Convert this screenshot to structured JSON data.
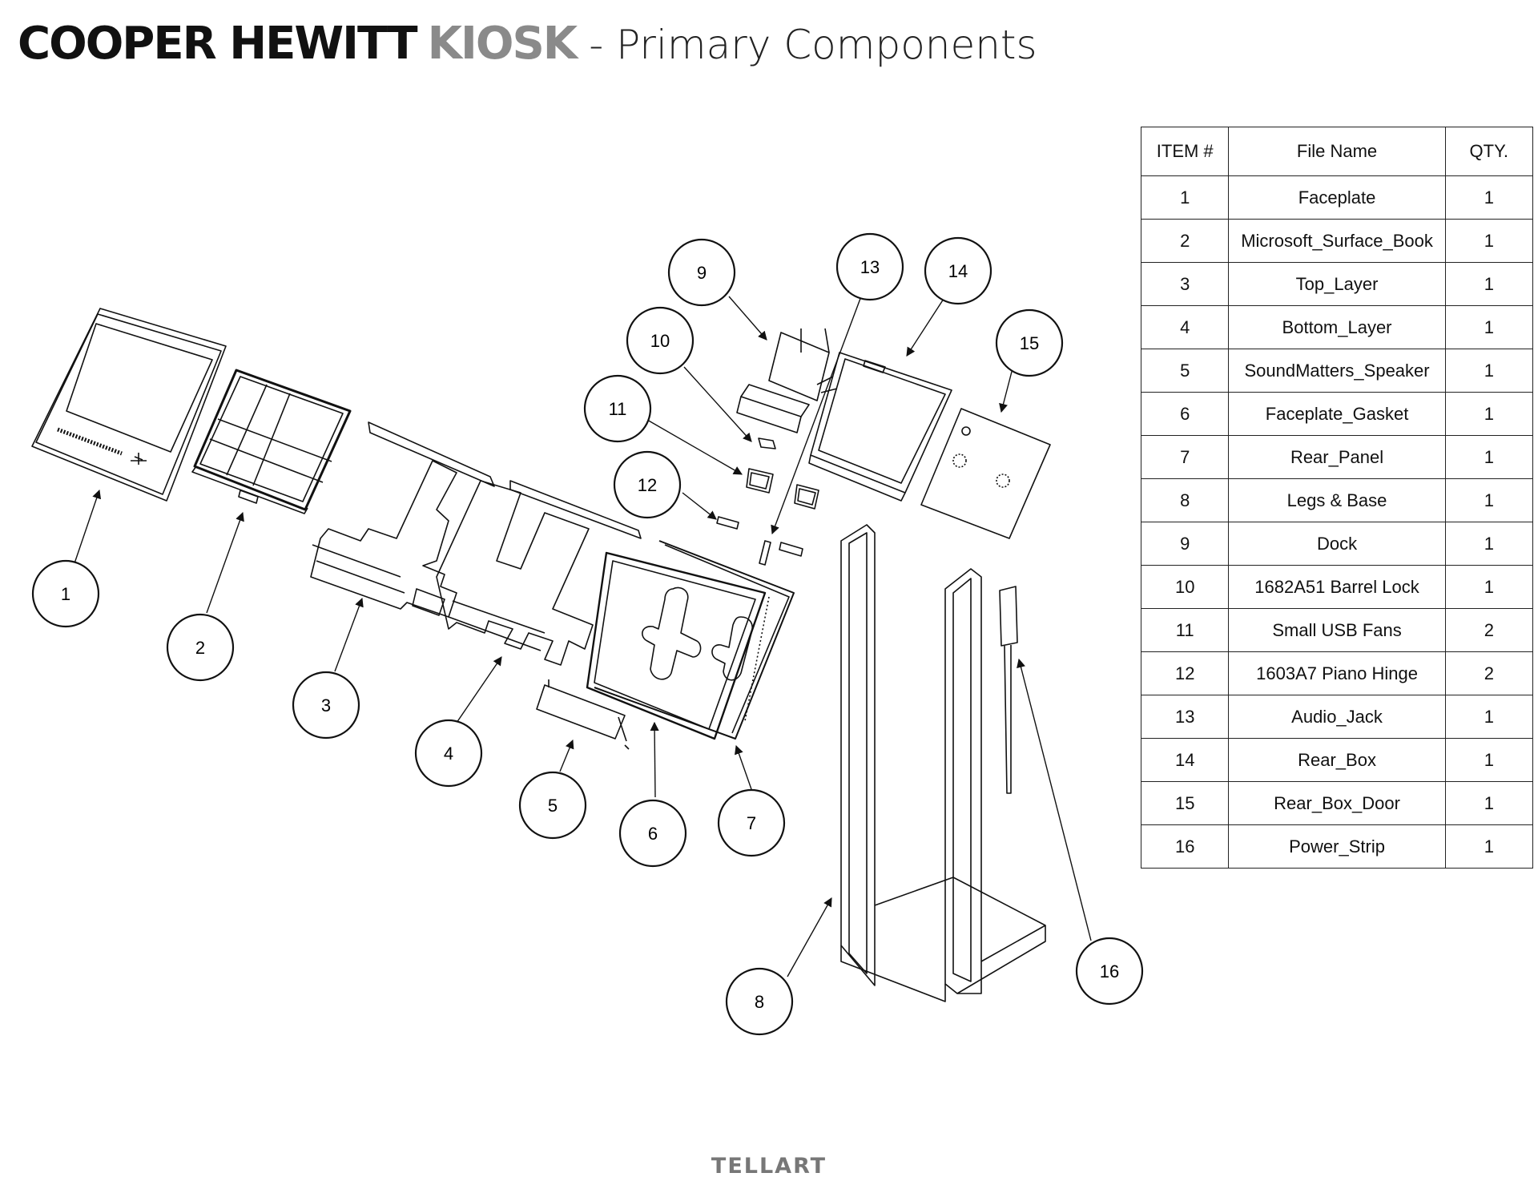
{
  "title": {
    "part1": "COOPER HEWITT",
    "part2": "KIOSK",
    "part3": "- Primary Components"
  },
  "bom": {
    "headers": [
      "ITEM #",
      "File Name",
      "QTY."
    ],
    "rows": [
      {
        "item": "1",
        "name": "Faceplate",
        "qty": "1"
      },
      {
        "item": "2",
        "name": "Microsoft_Surface_Book",
        "qty": "1"
      },
      {
        "item": "3",
        "name": "Top_Layer",
        "qty": "1"
      },
      {
        "item": "4",
        "name": "Bottom_Layer",
        "qty": "1"
      },
      {
        "item": "5",
        "name": "SoundMatters_Speaker",
        "qty": "1"
      },
      {
        "item": "6",
        "name": "Faceplate_Gasket",
        "qty": "1"
      },
      {
        "item": "7",
        "name": "Rear_Panel",
        "qty": "1"
      },
      {
        "item": "8",
        "name": "Legs & Base",
        "qty": "1"
      },
      {
        "item": "9",
        "name": "Dock",
        "qty": "1"
      },
      {
        "item": "10",
        "name": "1682A51 Barrel Lock",
        "qty": "1"
      },
      {
        "item": "11",
        "name": "Small USB Fans",
        "qty": "2"
      },
      {
        "item": "12",
        "name": "1603A7 Piano Hinge",
        "qty": "2"
      },
      {
        "item": "13",
        "name": "Audio_Jack",
        "qty": "1"
      },
      {
        "item": "14",
        "name": "Rear_Box",
        "qty": "1"
      },
      {
        "item": "15",
        "name": "Rear_Box_Door",
        "qty": "1"
      },
      {
        "item": "16",
        "name": "Power_Strip",
        "qty": "1"
      }
    ]
  },
  "callouts": [
    "1",
    "2",
    "3",
    "4",
    "5",
    "6",
    "7",
    "8",
    "9",
    "10",
    "11",
    "12",
    "13",
    "14",
    "15",
    "16"
  ],
  "brand": "TELLART"
}
